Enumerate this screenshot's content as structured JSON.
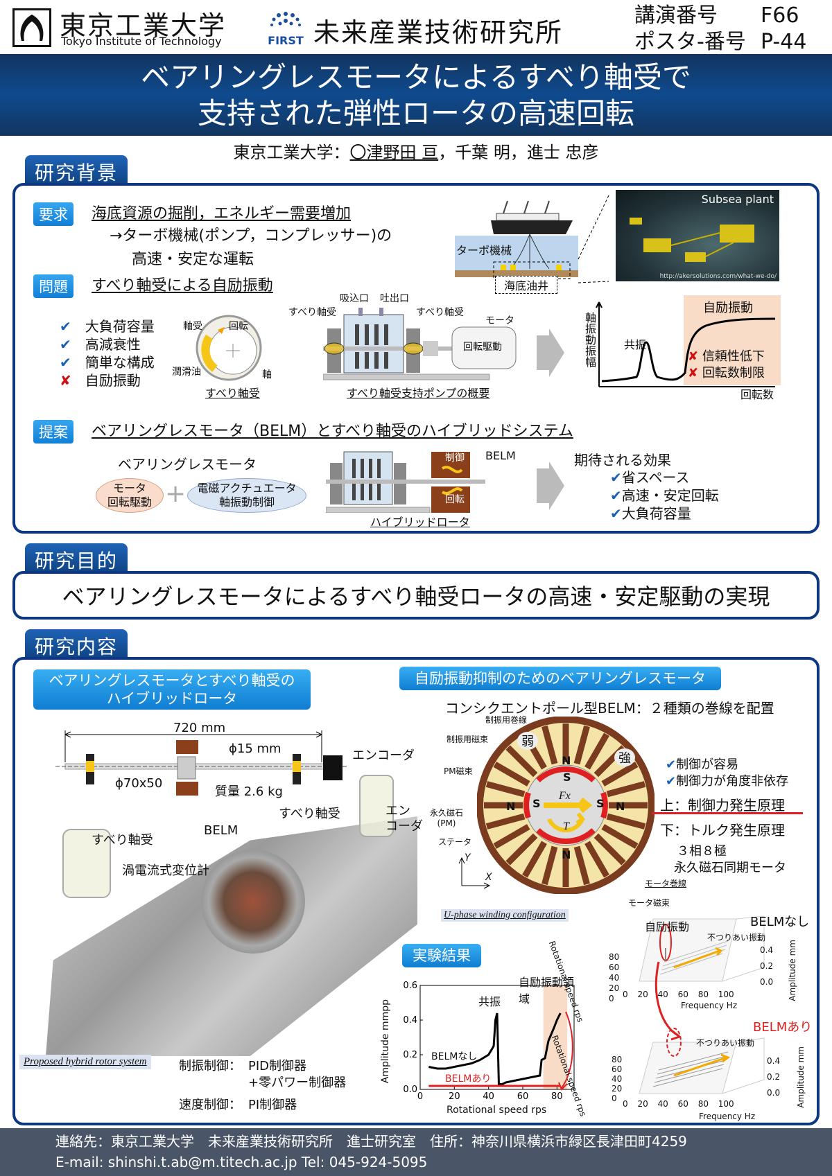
{
  "header": {
    "university": "東京工業大学",
    "university_en": "Tokyo Institute of Technology",
    "first_label": "FIRST",
    "institute": "未来産業技術研究所",
    "lecture_label": "講演番号",
    "lecture_number": "F66",
    "poster_label": "ポスタ-番号",
    "poster_number": "P-44"
  },
  "title": {
    "line1": "ベアリングレスモータによるすべり軸受で",
    "line2": "支持された弾性ロータの高速回転"
  },
  "authors": {
    "affiliation": "東京工業大学：",
    "presenter": "〇津野田 亘",
    "others": "，千葉 明，進士 忠彦"
  },
  "background": {
    "tab": "研究背景",
    "req_tag": "要求",
    "req_line1": "海底資源の掘削，エネルギー需要増加",
    "req_line2": "→ターボ機械(ポンプ，コンプレッサー)の",
    "req_line3": "高速・安定な運転",
    "ship_label": "ターボ機械",
    "well_label": "海底油井",
    "subsea_label": "Subsea plant",
    "subsea_url": "http://akersolutions.com/what-we-do/",
    "prob_tag": "問題",
    "prob_line": "すべり軸受による自励振動",
    "checks": [
      {
        "mark": "✔",
        "text": "大負荷容量"
      },
      {
        "mark": "✔",
        "text": "高減衰性"
      },
      {
        "mark": "✔",
        "text": "簡単な構成"
      },
      {
        "mark": "✘",
        "text": "自励振動"
      }
    ],
    "bearing_labels": {
      "jiku": "軸受",
      "kaiten": "回転",
      "oil": "潤滑油",
      "shaft": "軸",
      "caption": "すべり軸受"
    },
    "pump_labels": {
      "inlet": "吸込口",
      "outlet": "吐出口",
      "brg1": "すべり軸受",
      "brg2": "すべり軸受",
      "motor": "モータ",
      "drive": "回転駆動",
      "caption": "すべり軸受支持ポンプの概要"
    },
    "graph": {
      "ylabel": "軸振動振幅",
      "xlabel": "回転数",
      "resonance": "共振",
      "selfex": "自励振動",
      "bad1": "信頼性低下",
      "bad2": "回転数制限"
    },
    "prop_tag": "提案",
    "prop_line": "ベアリングレスモータ（BELM）とすべり軸受のハイブリッドシステム",
    "belm_title": "ベアリングレスモータ",
    "motor_pill1": "モータ",
    "motor_pill2": "回転駆動",
    "plus": "+",
    "act_pill1": "電磁アクチュエータ",
    "act_pill2": "軸振動制御",
    "hybrid_caption": "ハイブリッドロータ",
    "belm_label": "BELM",
    "ctrl_label": "制御",
    "rot_label": "回転",
    "effect_title": "期待される効果",
    "effects": [
      "省スペース",
      "高速・安定回転",
      "大負荷容量"
    ]
  },
  "purpose": {
    "tab": "研究目的",
    "text": "ベアリングレスモータによるすべり軸受ロータの高速・安定駆動の実現"
  },
  "content": {
    "tab": "研究内容",
    "left_tag1": "ベアリングレスモータとすべり軸受の",
    "left_tag2": "ハイブリッドロータ",
    "dim_len": "720 mm",
    "dim_dia": "ϕ15 mm",
    "dim_disk": "ϕ70x50",
    "mass": "質量 2.6 kg",
    "encoder1": "エンコーダ",
    "brg_a": "すべり軸受",
    "belm": "BELM",
    "brg_b": "すべり軸受",
    "encoder2a": "エン",
    "encoder2b": "コーダ",
    "eddy": "渦電流式変位計",
    "photo_caption": "Proposed hybrid rotor system",
    "ctrl1_label": "制振制御：",
    "ctrl1_val1": "PID制御器",
    "ctrl1_val2": "+零パワー制御器",
    "ctrl2_label": "速度制御：",
    "ctrl2_val": "PI制御器",
    "right_tag": "自励振動抑制のためのベアリングレスモータ",
    "consequent": "コンシクエントポール型BELM：２種類の巻線を配置",
    "stator_labels": {
      "winding_ctrl": "制振用巻線",
      "flux_ctrl": "制振用磁束",
      "pm_flux": "PM磁束",
      "pm": "永久磁石",
      "pm2": "(PM)",
      "stator": "ステータ",
      "weak": "弱",
      "strong": "強",
      "motor_winding": "モータ巻線",
      "motor_flux": "モータ磁束",
      "Y": "Y",
      "X": "X",
      "Fx": "Fx",
      "T": "T",
      "N": "N",
      "S": "S"
    },
    "belm_points": [
      "制御が容易",
      "制御力が角度非依存"
    ],
    "upper": "上：制御力発生原理",
    "lower": "下：トルク発生原理",
    "motor_desc1": "３相８極",
    "motor_desc2": "永久磁石同期モータ",
    "uphase": "U-phase winding configuration",
    "result_tag": "実験結果",
    "selfex_region": "自励振動領域",
    "resonance": "共振",
    "belm_off": "BELMなし",
    "belm_on": "BELMあり",
    "waterfall1": {
      "title": "BELMなし",
      "label_selfex": "自励振動",
      "label_unbal": "不つりあい振動",
      "zlabel": "Amplitude mm",
      "xlabel": "Frequency Hz",
      "ylabel": "Rotational speed rps"
    },
    "waterfall2": {
      "title": "BELMあり",
      "label_unbal": "不つりあい振動",
      "zlabel": "Amplitude mm",
      "xlabel": "Frequency Hz",
      "ylabel": "Rotational speed rps"
    }
  },
  "chart_data": {
    "type": "line",
    "xlabel": "Rotational speed rps",
    "ylabel": "Amplitude mmpp",
    "xlim": [
      0,
      90
    ],
    "ylim": [
      0.0,
      0.6
    ],
    "xticks": [
      0,
      20,
      40,
      60,
      80
    ],
    "yticks": [
      0.0,
      0.2,
      0.4,
      0.6
    ],
    "series": [
      {
        "name": "BELMなし",
        "color": "#000000",
        "x": [
          5,
          10,
          15,
          20,
          25,
          30,
          35,
          40,
          43,
          44,
          45,
          46,
          48,
          50,
          55,
          60,
          65,
          70,
          71,
          73,
          75,
          78,
          80,
          82
        ],
        "y": [
          0.13,
          0.12,
          0.12,
          0.13,
          0.14,
          0.15,
          0.17,
          0.2,
          0.25,
          0.4,
          0.44,
          0.03,
          0.03,
          0.04,
          0.05,
          0.06,
          0.07,
          0.08,
          0.17,
          0.18,
          0.28,
          0.35,
          0.4,
          0.44
        ]
      },
      {
        "name": "BELMあり",
        "color": "#e02020",
        "x": [
          5,
          20,
          40,
          45,
          50,
          60,
          70,
          82
        ],
        "y": [
          0.02,
          0.02,
          0.02,
          0.02,
          0.02,
          0.02,
          0.02,
          0.02
        ]
      }
    ],
    "annotations": [
      "共振",
      "自励振動領域"
    ],
    "shaded_region_x": [
      72,
      86
    ]
  },
  "footer": {
    "line1": "連絡先：東京工業大学　未来産業技術研究所　進士研究室　住所：神奈川県横浜市緑区長津田町4259",
    "line2": "E-mail: shinshi.t.ab@m.titech.ac.jp  Tel: 045-924-5095"
  },
  "colors": {
    "navy": "#0d3782",
    "tab_blue": "#1f63b5",
    "red": "#e02020",
    "stator_brown": "#7a3b1e",
    "yellow": "#f5c518"
  }
}
